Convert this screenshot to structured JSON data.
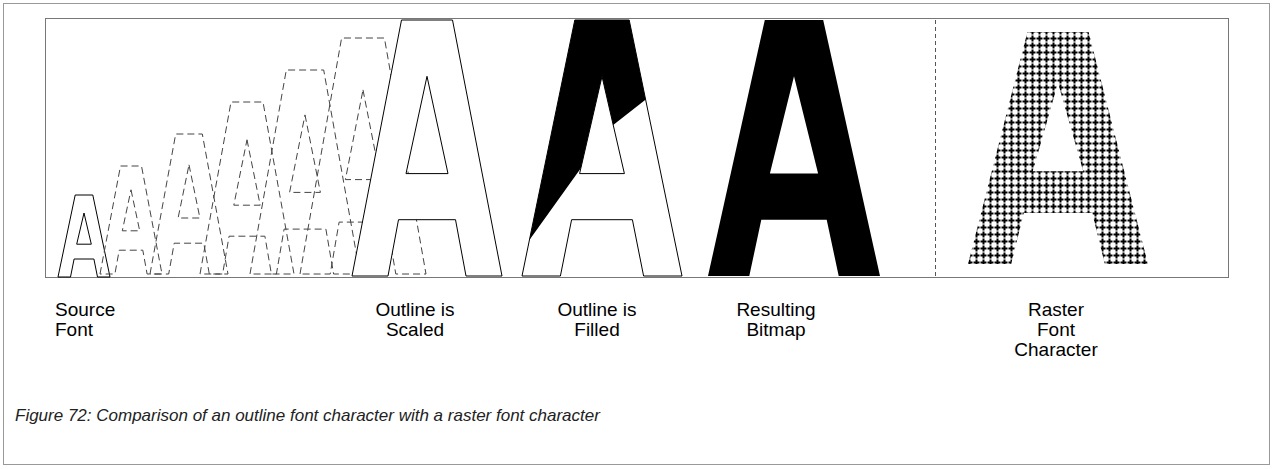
{
  "diagram": {
    "caption": "Figure 72: Comparison of an outline font character with a raster font character",
    "labels": [
      "Source Font",
      "Outline is Scaled",
      "Outline is Filled",
      "Resulting Bitmap",
      "Raster Font Character"
    ]
  }
}
